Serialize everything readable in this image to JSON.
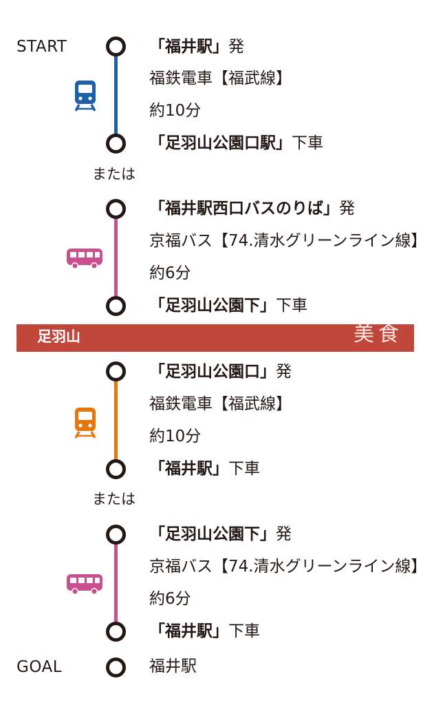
{
  "colors": {
    "line_blue": "#1d5fa8",
    "line_pink": "#c9508e",
    "line_orange": "#e4780f",
    "node_dark": "#231815",
    "banner_red": "#c0473a"
  },
  "labels": {
    "start": "START",
    "goal": "GOAL"
  },
  "alternatives": {
    "or_1": "または",
    "or_2": "または"
  },
  "routes": [
    {
      "icon": "train-icon",
      "departure": {
        "station": "「福井駅」",
        "suffix": "発"
      },
      "line": "福鉄電車【福武線】",
      "duration": "約10分",
      "arrival": {
        "station": "「足羽山公園口駅」",
        "suffix": "下車"
      }
    },
    {
      "icon": "bus-icon",
      "departure": {
        "station": "「福井駅西口バスのりば」",
        "suffix": "発"
      },
      "line": "京福バス【74.清水グリーンライン線】",
      "duration": "約6分",
      "arrival": {
        "station": "「足羽山公園下」",
        "suffix": "下車"
      }
    },
    {
      "icon": "train-icon",
      "departure": {
        "station": "「足羽山公園口」",
        "suffix": "発"
      },
      "line": "福鉄電車【福武線】",
      "duration": "約10分",
      "arrival": {
        "station": "「福井駅」",
        "suffix": "下車"
      }
    },
    {
      "icon": "bus-icon",
      "departure": {
        "station": "「足羽山公園下」",
        "suffix": "発"
      },
      "line": "京福バス【74.清水グリーンライン線】",
      "duration": "約6分",
      "arrival": {
        "station": "「福井駅」",
        "suffix": "下車"
      }
    }
  ],
  "banner": {
    "title": "足羽山",
    "subtitle": "美食"
  },
  "goal_station": "福井駅"
}
